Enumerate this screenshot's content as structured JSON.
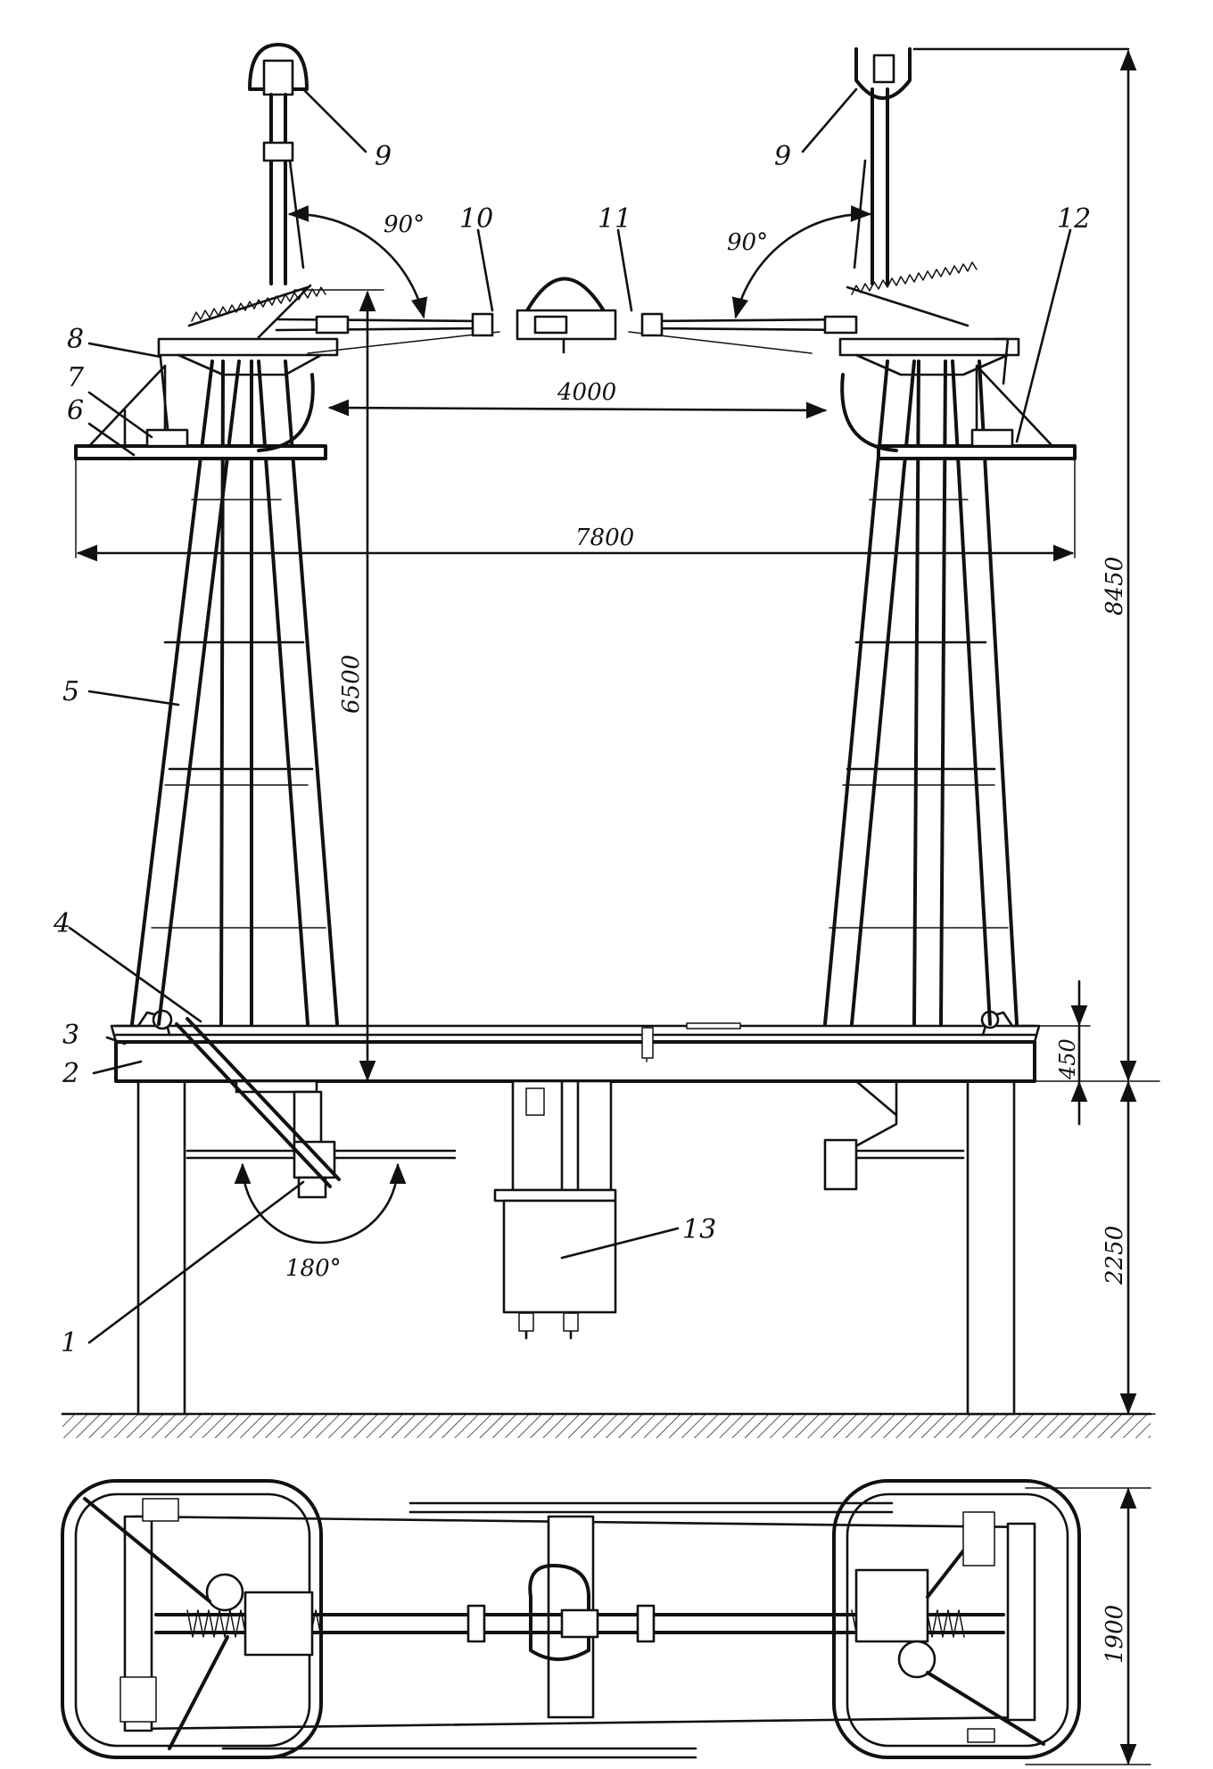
{
  "labels": {
    "1": "1",
    "2": "2",
    "3": "3",
    "4": "4",
    "5": "5",
    "6": "6",
    "7": "7",
    "8": "8",
    "9a": "9",
    "9b": "9",
    "10": "10",
    "11": "11",
    "12": "12",
    "13": "13"
  },
  "dimensions": {
    "d4000": "4000",
    "d7800": "7800",
    "d6500": "6500",
    "d8450": "8450",
    "d450": "450",
    "d2250": "2250",
    "d1900": "1900"
  },
  "angles": {
    "left_top": "90°",
    "right_top": "90°",
    "drive": "180°"
  },
  "colors": {
    "ink": "#111111",
    "paper": "#ffffff"
  }
}
